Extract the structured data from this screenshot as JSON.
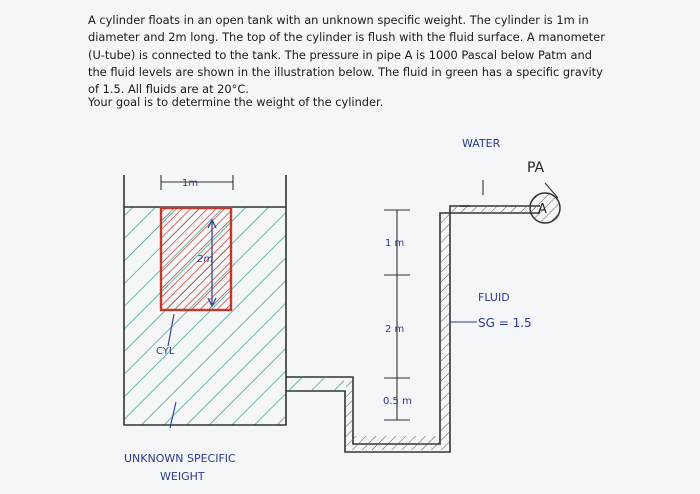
{
  "problem": {
    "paragraph": "A cylinder floats in an open tank with an unknown specific weight. The cylinder is 1m in diameter and 2m long. The top of the cylinder is flush with the fluid surface. A manometer (U-tube) is connected to the tank. The pressure in pipe A is 1000 Pascal below Patm and the fluid levels are shown in the illustration below. The fluid in green has a specific gravity of 1.5. All fluids are at 20°C.",
    "goal": "Your goal is to determine the weight of the cylinder."
  },
  "sketch": {
    "labels": {
      "water": "WATER",
      "pa": "PA",
      "a": "A",
      "diameter": "1m",
      "cyl_length": "2m",
      "cyl": "CYL",
      "dim_1m": "1 m",
      "dim_2m": "2 m",
      "dim_05m": "0.5 m",
      "fluid": "FLUID",
      "sg": "SG = 1.5",
      "unknown_line1": "UNKNOWN SPECIFIC",
      "unknown_line2": "WEIGHT"
    },
    "colors": {
      "ink": "#2b3a8c",
      "cylinder": "#c0392b",
      "fluid_hatch": "#2a9a8a",
      "pencil": "#333333"
    }
  }
}
